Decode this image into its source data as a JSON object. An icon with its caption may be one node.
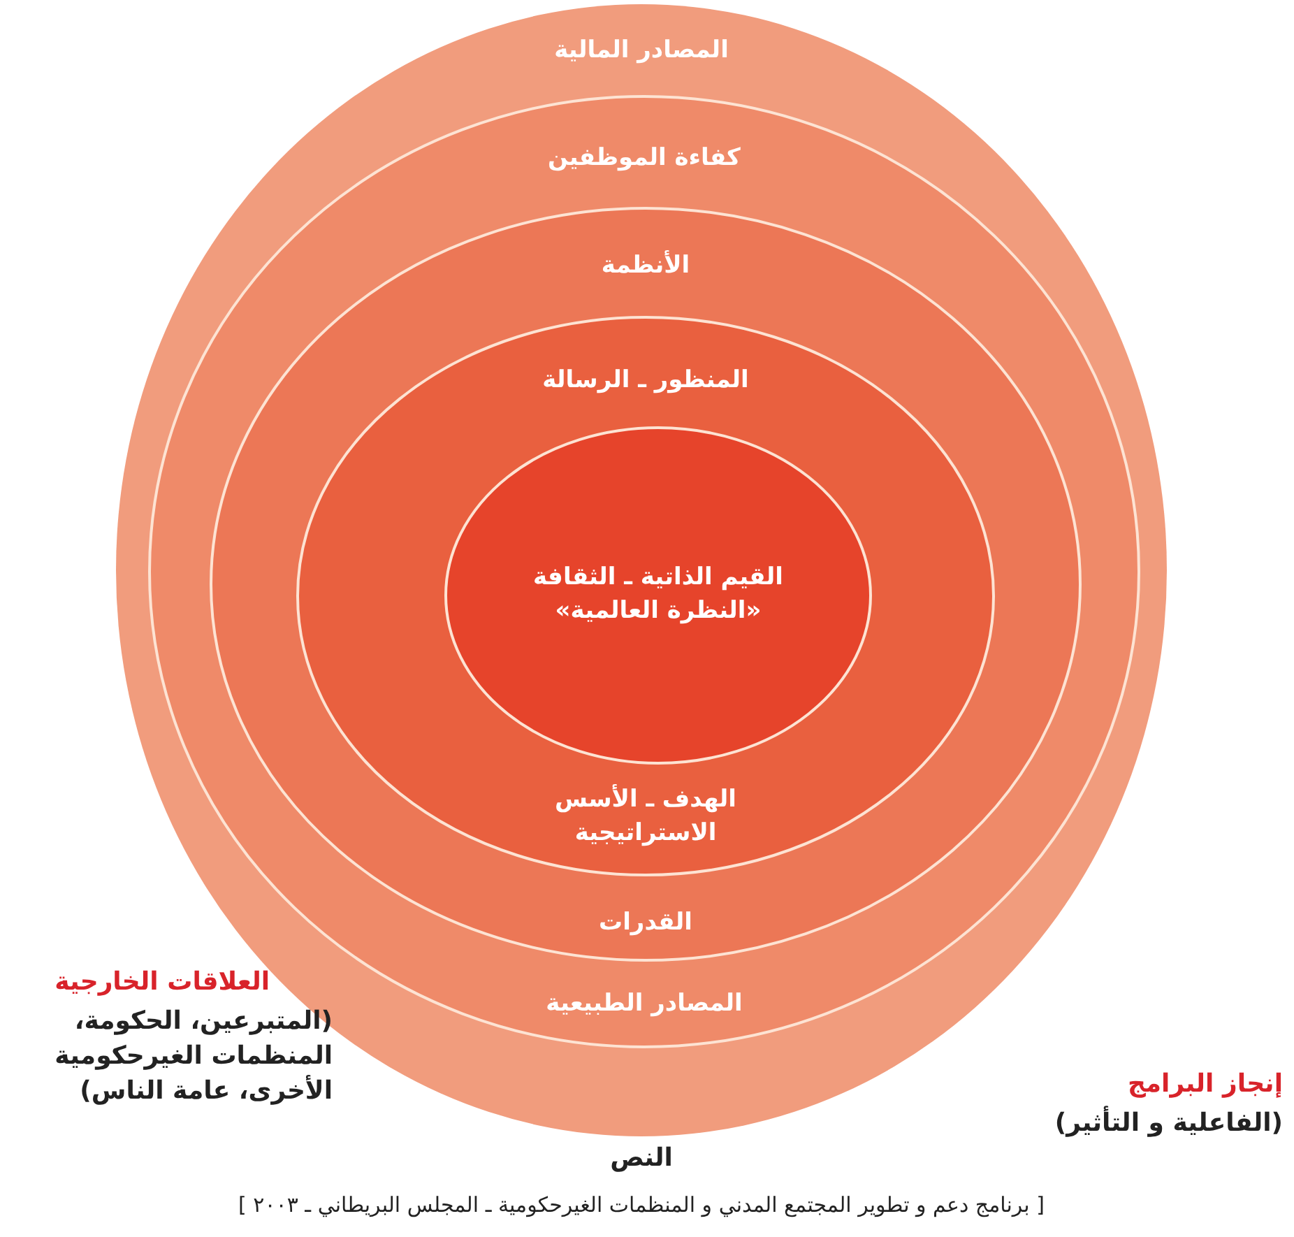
{
  "diagram": {
    "caption": "[ برنامج دعم و تطوير المجتمع المدني و المنظمات الغيرحكومية ـ المجلس البريطاني ـ ٢٠٠٣ ]",
    "nodes": [
      {
        "text": [
          "المصادر المالية"
        ]
      },
      {
        "text": [
          "كفاءة الموظفين",
          "المصادر الطبيعية"
        ],
        "in": 0
      },
      {
        "text": [
          "الأنظمة",
          "القدرات"
        ],
        "in": 1
      },
      {
        "text": [
          "المنظور ـ الرسالة",
          "الهدف ـ الأسس الاستراتيجية"
        ],
        "in": 2
      },
      {
        "text": [
          "القيم الذاتية ـ الثقافة «النظرة العالمية»"
        ],
        "in": 3
      }
    ],
    "labels": [
      "العلاقات الخارجية",
      "(المتبرعين، الحكومة، المنظمات الغيرحكومية الأخرى، عامة الناس)",
      "النص",
      "إنجاز البرامج",
      "(الفاعلية و التأثير)"
    ]
  }
}
